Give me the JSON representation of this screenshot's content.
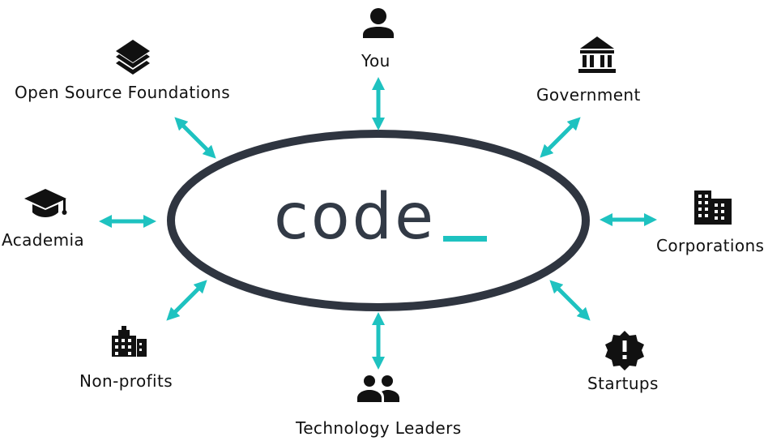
{
  "logo": {
    "word": "code",
    "ring_color": "#2f3540",
    "text_color": "#323a46",
    "cursor_color": "#1ec2c0"
  },
  "arrow_color": "#1ec2c0",
  "icon_color": "#111111",
  "nodes": [
    {
      "id": "you",
      "label": "You",
      "icon": "person-icon"
    },
    {
      "id": "government",
      "label": "Government",
      "icon": "bank-icon"
    },
    {
      "id": "corporations",
      "label": "Corporations",
      "icon": "office-building-icon"
    },
    {
      "id": "startups",
      "label": "Startups",
      "icon": "badge-alert-icon"
    },
    {
      "id": "technology_leaders",
      "label": "Technology Leaders",
      "icon": "people-group-icon"
    },
    {
      "id": "non_profits",
      "label": "Non-profits",
      "icon": "city-icon"
    },
    {
      "id": "academia",
      "label": "Academia",
      "icon": "graduation-cap-icon"
    },
    {
      "id": "open_source",
      "label": "Open Source Foundations",
      "icon": "layers-icon"
    }
  ]
}
